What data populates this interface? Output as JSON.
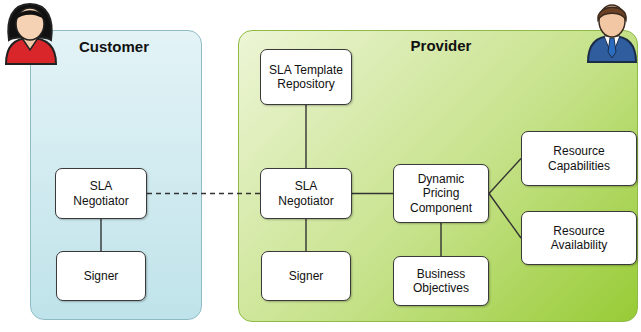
{
  "diagram": {
    "nodes": [
      {
        "text": [
          "Customer"
        ]
      },
      {
        "text": [
          "SLA Negotiator"
        ],
        "in": 0
      },
      {
        "text": [
          "Signer"
        ],
        "in": 0
      },
      {
        "text": [
          "Provider"
        ]
      },
      {
        "text": [
          "SLA Template Repository"
        ],
        "in": 3
      },
      {
        "text": [
          "SLA Negotiator"
        ],
        "in": 3
      },
      {
        "text": [
          "Signer"
        ],
        "in": 3
      },
      {
        "text": [
          "Dynamic Pricing Component"
        ],
        "in": 3
      },
      {
        "text": [
          "Business Objectives"
        ],
        "in": 3
      },
      {
        "text": [
          "Resource Capabilities"
        ],
        "in": 3
      },
      {
        "text": [
          "Resource Availability"
        ],
        "in": 3
      }
    ],
    "edges": [
      {
        "from": 1,
        "to": 2,
        "arrow": "none"
      },
      {
        "from": 1,
        "to": 5,
        "arrow": "none"
      },
      {
        "from": 4,
        "to": 5,
        "arrow": "none"
      },
      {
        "from": 5,
        "to": 6,
        "arrow": "none"
      },
      {
        "from": 5,
        "to": 7,
        "arrow": "none"
      },
      {
        "from": 7,
        "to": 8,
        "arrow": "none"
      },
      {
        "from": 7,
        "to": 9,
        "arrow": "none"
      },
      {
        "from": 7,
        "to": 10,
        "arrow": "none"
      }
    ]
  }
}
